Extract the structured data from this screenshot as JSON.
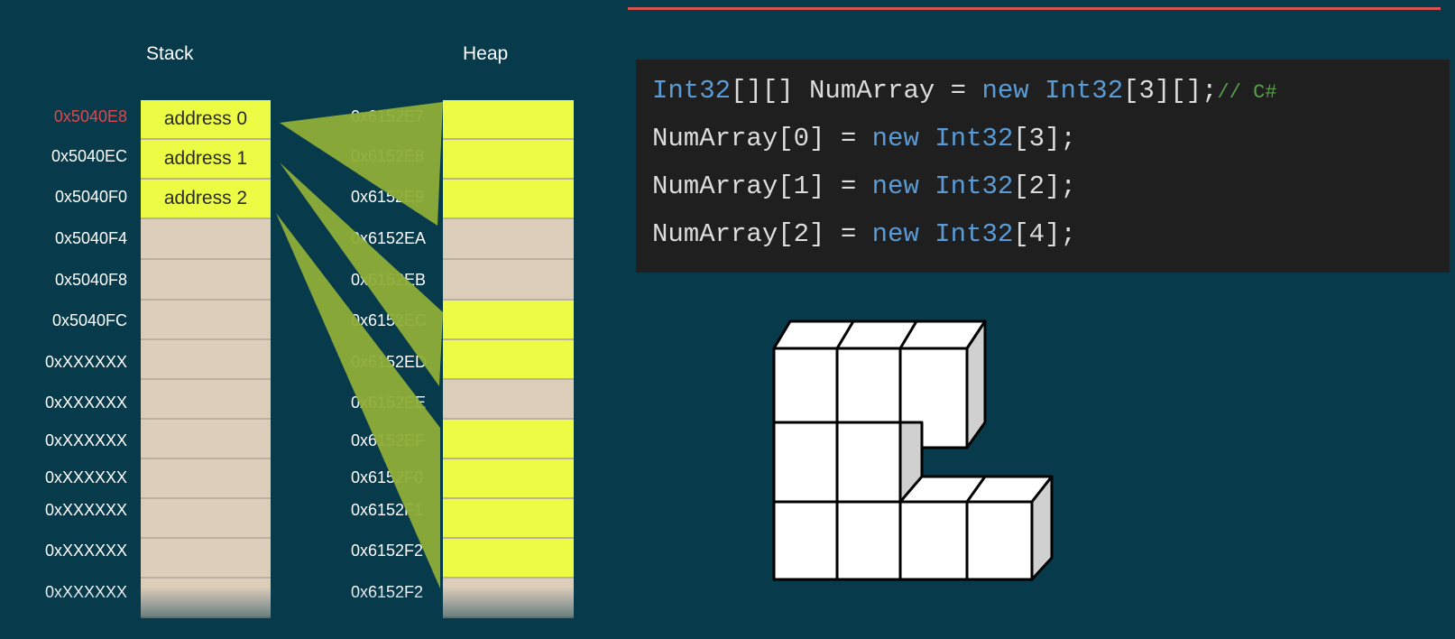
{
  "diagram": {
    "stack_label": "Stack",
    "heap_label": "Heap",
    "stack_rows": [
      {
        "address": "0x5040E8",
        "value": "address 0",
        "fill": "yellow",
        "highlight": true
      },
      {
        "address": "0x5040EC",
        "value": "address 1",
        "fill": "yellow",
        "highlight": false
      },
      {
        "address": "0x5040F0",
        "value": "address 2",
        "fill": "yellow",
        "highlight": false
      },
      {
        "address": "0x5040F4",
        "value": "",
        "fill": "beige",
        "highlight": false
      },
      {
        "address": "0x5040F8",
        "value": "",
        "fill": "beige",
        "highlight": false
      },
      {
        "address": "0x5040FC",
        "value": "",
        "fill": "beige",
        "highlight": false
      },
      {
        "address": "0xXXXXXX",
        "value": "",
        "fill": "beige",
        "highlight": false
      },
      {
        "address": "0xXXXXXX",
        "value": "",
        "fill": "beige",
        "highlight": false
      },
      {
        "address": "0xXXXXXX",
        "value": "",
        "fill": "beige",
        "highlight": false
      },
      {
        "address": "0xXXXXXX",
        "value": "",
        "fill": "beige",
        "highlight": false
      },
      {
        "address": "0xXXXXXX",
        "value": "",
        "fill": "beige",
        "highlight": false
      },
      {
        "address": "0xXXXXXX",
        "value": "",
        "fill": "beige",
        "highlight": false
      },
      {
        "address": "0xXXXXXX",
        "value": "",
        "fill": "beige",
        "highlight": false
      }
    ],
    "heap_rows": [
      {
        "address": "0x6152E7",
        "fill": "yellow"
      },
      {
        "address": "0x6152E8",
        "fill": "yellow"
      },
      {
        "address": "0x6152E9",
        "fill": "yellow"
      },
      {
        "address": "0x6152EA",
        "fill": "beige"
      },
      {
        "address": "0x6152EB",
        "fill": "beige"
      },
      {
        "address": "0x6152EC",
        "fill": "yellow"
      },
      {
        "address": "0x6152ED",
        "fill": "yellow"
      },
      {
        "address": "0x6152EE",
        "fill": "beige"
      },
      {
        "address": "0x6152EF",
        "fill": "yellow"
      },
      {
        "address": "0x6152F0",
        "fill": "yellow"
      },
      {
        "address": "0x6152F1",
        "fill": "yellow"
      },
      {
        "address": "0x6152F2",
        "fill": "yellow"
      },
      {
        "address": "0x6152F2",
        "fill": "beige"
      }
    ],
    "colors": {
      "background": "#073a4b",
      "yellow": "#ecfc45",
      "beige": "#ddcdbb",
      "arrow": "#8fad38",
      "highlight_address": "#e0484e",
      "accent_line": "#d9534f"
    }
  },
  "code": {
    "line1": {
      "type": "Int32",
      "decl": "[][] NumArray = ",
      "kw": "new",
      "space": " ",
      "type2": "Int32",
      "tail": "[3][];",
      "comment": "// C#"
    },
    "line2": {
      "head": "NumArray[0] = ",
      "kw": "new",
      "space": " ",
      "type": "Int32",
      "tail": "[3];"
    },
    "line3": {
      "head": "NumArray[1] = ",
      "kw": "new",
      "space": " ",
      "type": "Int32",
      "tail": "[2];"
    },
    "line4": {
      "head": "NumArray[2] = ",
      "kw": "new",
      "space": " ",
      "type": "Int32",
      "tail": "[4];"
    }
  }
}
